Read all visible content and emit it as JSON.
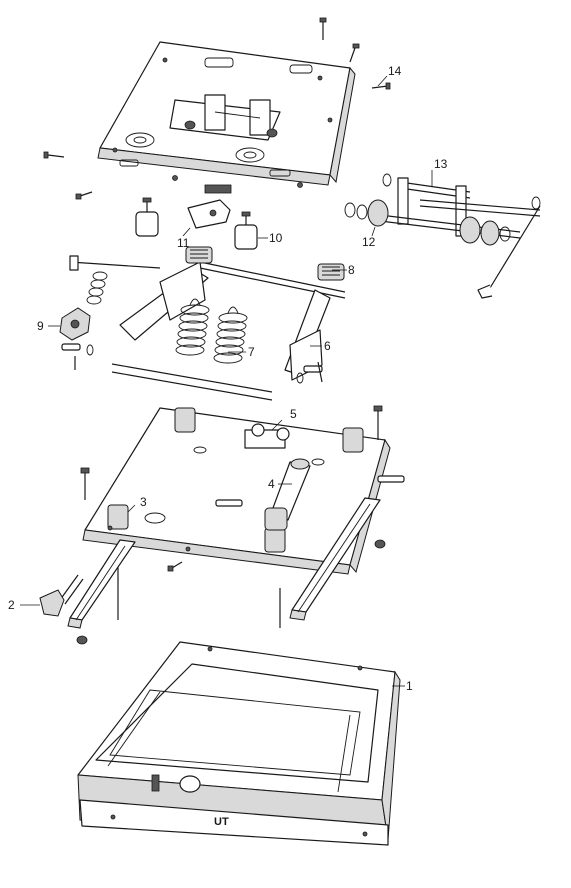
{
  "callouts": {
    "c1": "1",
    "c2": "2",
    "c3": "3",
    "c4": "4",
    "c5": "5",
    "c6": "6",
    "c7": "7",
    "c8": "8",
    "c9": "9",
    "c10": "10",
    "c11": "11",
    "c12": "12",
    "c13": "13",
    "c14": "14"
  },
  "base_stamp": "UT"
}
